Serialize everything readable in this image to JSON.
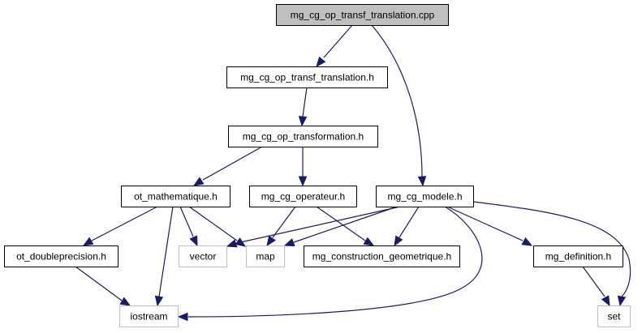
{
  "diagram": {
    "type": "include-dependency-graph",
    "colors": {
      "edge": "#191970",
      "root_fill": "#bfbfbf",
      "node_border": "#000000",
      "external_border": "#bfbfbf",
      "background": "#ffffff"
    },
    "nodes": [
      {
        "id": "root",
        "label": "mg_cg_op_transf_translation.cpp",
        "kind": "root"
      },
      {
        "id": "transf_h",
        "label": "mg_cg_op_transf_translation.h",
        "kind": "internal"
      },
      {
        "id": "transformation_h",
        "label": "mg_cg_op_transformation.h",
        "kind": "internal"
      },
      {
        "id": "ot_math",
        "label": "ot_mathematique.h",
        "kind": "internal"
      },
      {
        "id": "operateur",
        "label": "mg_cg_operateur.h",
        "kind": "internal"
      },
      {
        "id": "modele",
        "label": "mg_cg_modele.h",
        "kind": "internal"
      },
      {
        "id": "doubleprec",
        "label": "ot_doubleprecision.h",
        "kind": "internal"
      },
      {
        "id": "vector",
        "label": "vector",
        "kind": "external"
      },
      {
        "id": "map",
        "label": "map",
        "kind": "external"
      },
      {
        "id": "construction",
        "label": "mg_construction_geometrique.h",
        "kind": "internal"
      },
      {
        "id": "definition",
        "label": "mg_definition.h",
        "kind": "internal"
      },
      {
        "id": "iostream",
        "label": "iostream",
        "kind": "external"
      },
      {
        "id": "set",
        "label": "set",
        "kind": "external"
      }
    ],
    "edges": [
      {
        "from": "root",
        "to": "transf_h"
      },
      {
        "from": "root",
        "to": "modele"
      },
      {
        "from": "transf_h",
        "to": "transformation_h"
      },
      {
        "from": "transformation_h",
        "to": "ot_math"
      },
      {
        "from": "transformation_h",
        "to": "operateur"
      },
      {
        "from": "ot_math",
        "to": "doubleprec"
      },
      {
        "from": "ot_math",
        "to": "vector"
      },
      {
        "from": "ot_math",
        "to": "map"
      },
      {
        "from": "ot_math",
        "to": "iostream"
      },
      {
        "from": "operateur",
        "to": "map"
      },
      {
        "from": "operateur",
        "to": "construction"
      },
      {
        "from": "modele",
        "to": "vector"
      },
      {
        "from": "modele",
        "to": "map"
      },
      {
        "from": "modele",
        "to": "construction"
      },
      {
        "from": "modele",
        "to": "iostream"
      },
      {
        "from": "modele",
        "to": "definition"
      },
      {
        "from": "modele",
        "to": "set"
      },
      {
        "from": "doubleprec",
        "to": "iostream"
      },
      {
        "from": "definition",
        "to": "set"
      }
    ]
  }
}
